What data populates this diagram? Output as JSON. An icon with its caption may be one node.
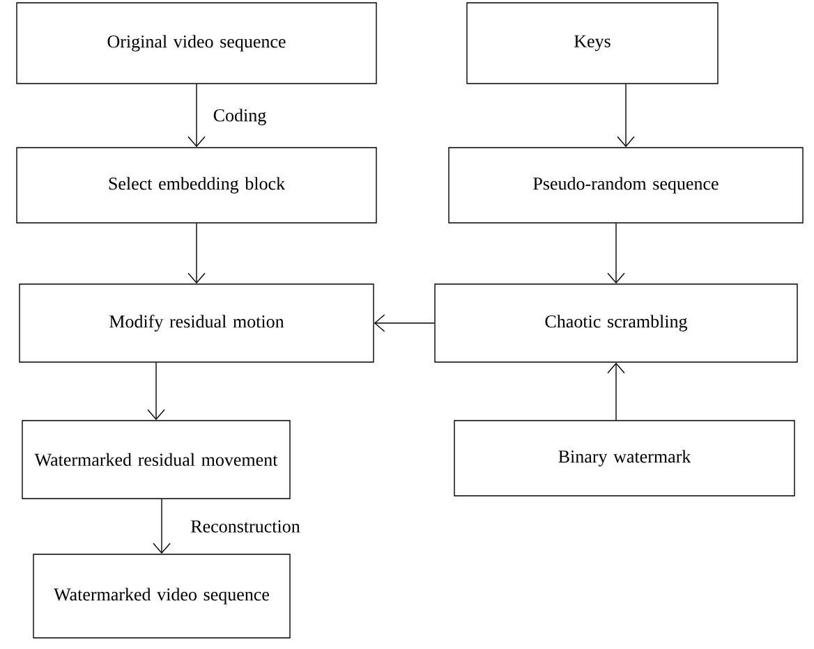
{
  "diagram": {
    "nodes": [
      {
        "text": [
          "Original video sequence"
        ]
      },
      {
        "text": [
          "Select embedding block"
        ]
      },
      {
        "text": [
          "Modify residual motion"
        ]
      },
      {
        "text": [
          "Watermarked residual movement"
        ]
      },
      {
        "text": [
          "Watermarked video sequence"
        ]
      },
      {
        "text": [
          "Keys"
        ]
      },
      {
        "text": [
          "Pseudo-random sequence"
        ]
      },
      {
        "text": [
          "Chaotic scrambling"
        ]
      },
      {
        "text": [
          "Binary watermark"
        ]
      }
    ],
    "edges": [
      {
        "from": 0,
        "to": 1,
        "arrow": "to",
        "label": "Coding"
      },
      {
        "from": 1,
        "to": 2,
        "arrow": "to"
      },
      {
        "from": 2,
        "to": 3,
        "arrow": "to"
      },
      {
        "from": 3,
        "to": 4,
        "arrow": "to",
        "label": "Reconstruction"
      },
      {
        "from": 5,
        "to": 6,
        "arrow": "to"
      },
      {
        "from": 6,
        "to": 7,
        "arrow": "to"
      },
      {
        "from": 8,
        "to": 7,
        "arrow": "to"
      },
      {
        "from": 7,
        "to": 2,
        "arrow": "to"
      }
    ]
  }
}
